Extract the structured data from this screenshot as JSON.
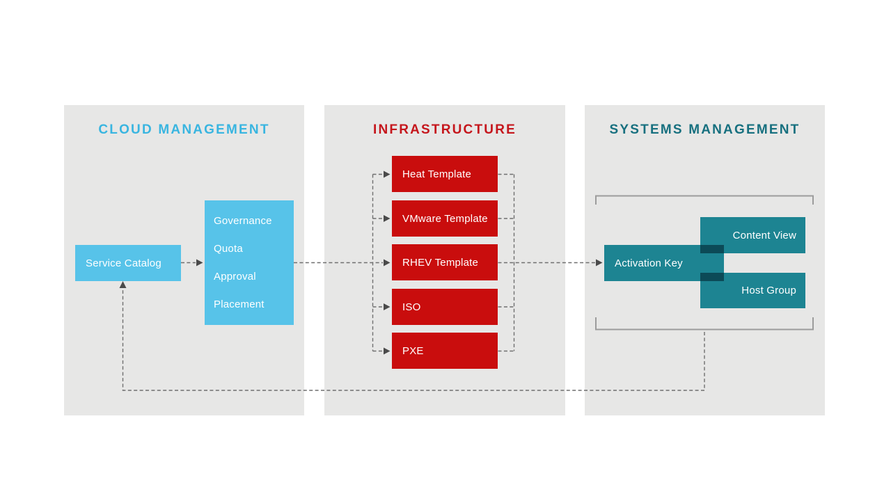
{
  "colors": {
    "panel_background": "#e7e7e6",
    "cloud_title": "#39b5e0",
    "cloud_box": "#57c3e9",
    "infrastructure_title": "#c5161c",
    "infrastructure_box": "#c90d0d",
    "systems_title": "#17707f",
    "systems_box": "#1d8492",
    "systems_overlap": "#0c4a57",
    "connector_gray": "#6f6f6f",
    "arrowhead_gray": "#4a4a4a",
    "bracket_gray": "#9c9c9c",
    "box_text": "#ffffff"
  },
  "panels": {
    "cloud": {
      "title": "CLOUD MANAGEMENT",
      "service_catalog": {
        "label": "Service Catalog"
      },
      "policy_box": {
        "items": [
          {
            "label": "Governance"
          },
          {
            "label": "Quota"
          },
          {
            "label": "Approval"
          },
          {
            "label": "Placement"
          }
        ]
      }
    },
    "infrastructure": {
      "title": "INFRASTRUCTURE",
      "boxes": [
        {
          "label": "Heat Template"
        },
        {
          "label": "VMware Template"
        },
        {
          "label": "RHEV Template"
        },
        {
          "label": "ISO"
        },
        {
          "label": "PXE"
        }
      ]
    },
    "systems": {
      "title": "SYSTEMS MANAGEMENT",
      "activation_key": {
        "label": "Activation Key"
      },
      "content_view": {
        "label": "Content View"
      },
      "host_group": {
        "label": "Host Group"
      }
    }
  }
}
